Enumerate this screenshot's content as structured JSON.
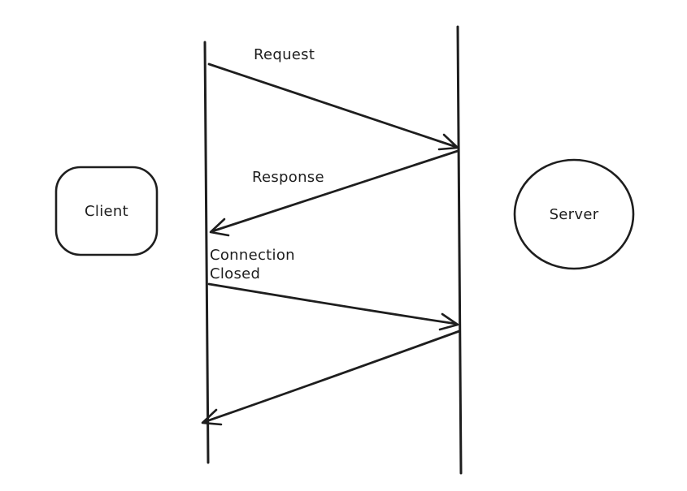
{
  "diagram": {
    "type": "sequence-diagram",
    "background_color": "#ffffff",
    "stroke_color": "#1e1e1e",
    "client": {
      "label": "Client",
      "shape": "rounded-square"
    },
    "server": {
      "label": "Server",
      "shape": "circle"
    },
    "messages": [
      {
        "label": "Request",
        "from": "Client",
        "to": "Server"
      },
      {
        "label": "Response",
        "from": "Server",
        "to": "Client"
      },
      {
        "label": "Connection Closed",
        "label_lines": [
          "Connection",
          "Closed"
        ],
        "from": "Client",
        "to": "Server"
      },
      {
        "label": "",
        "from": "Server",
        "to": "Client"
      }
    ]
  }
}
